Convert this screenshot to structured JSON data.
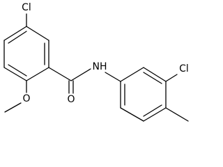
{
  "molecule": {
    "atom_labels": {
      "cl_ring_a": "Cl",
      "amide_oxygen": "O",
      "methoxy_oxygen": "O",
      "amide_nh": "NH",
      "cl_ring_b": "Cl"
    },
    "colors": {
      "bond": "#000000",
      "label": "#000000",
      "background": "#ffffff"
    }
  }
}
